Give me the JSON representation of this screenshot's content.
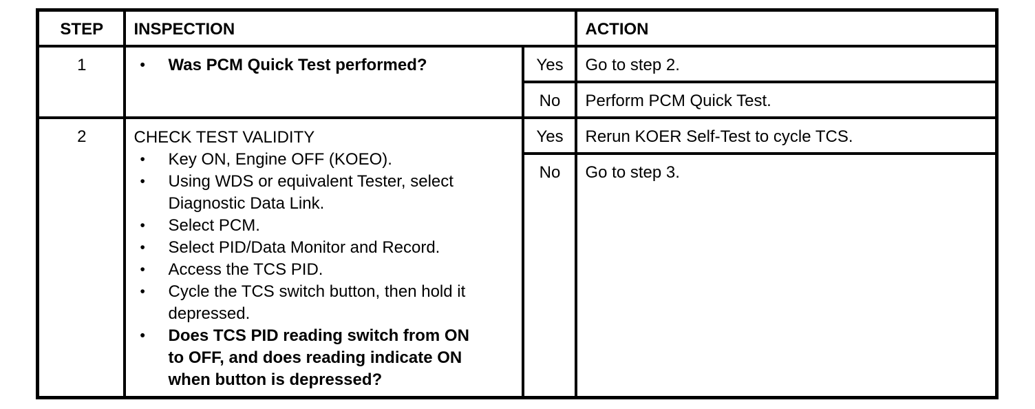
{
  "glyphs": {
    "bullet": "•"
  },
  "colors": {
    "background": "#ffffff",
    "text": "#000000",
    "border": "#000000"
  },
  "table": {
    "headers": {
      "step": "STEP",
      "inspection": "INSPECTION",
      "action": "ACTION"
    },
    "rows": [
      {
        "step": "1",
        "inspection": {
          "title": "",
          "bullets": [
            {
              "text": "Was PCM Quick Test performed?",
              "bold": true
            }
          ]
        },
        "outcomes": [
          {
            "answer": "Yes",
            "action": "Go to step 2."
          },
          {
            "answer": "No",
            "action": "Perform PCM Quick Test."
          }
        ]
      },
      {
        "step": "2",
        "inspection": {
          "title": "CHECK TEST VALIDITY",
          "bullets": [
            {
              "text": "Key ON, Engine OFF (KOEO).",
              "bold": false
            },
            {
              "text": "Using WDS or equivalent Tester, select\nDiagnostic Data Link.",
              "bold": false
            },
            {
              "text": "Select PCM.",
              "bold": false
            },
            {
              "text": "Select PID/Data Monitor and Record.",
              "bold": false
            },
            {
              "text": "Access the TCS PID.",
              "bold": false
            },
            {
              "text": "Cycle the TCS switch button, then hold it\ndepressed.",
              "bold": false
            },
            {
              "text": "Does TCS PID reading switch from ON\nto OFF, and does reading indicate ON\nwhen button is depressed?",
              "bold": true
            }
          ]
        },
        "outcomes": [
          {
            "answer": "Yes",
            "action": "Rerun KOER Self-Test to cycle TCS."
          },
          {
            "answer": "No",
            "action": "Go to step 3."
          }
        ]
      }
    ]
  }
}
